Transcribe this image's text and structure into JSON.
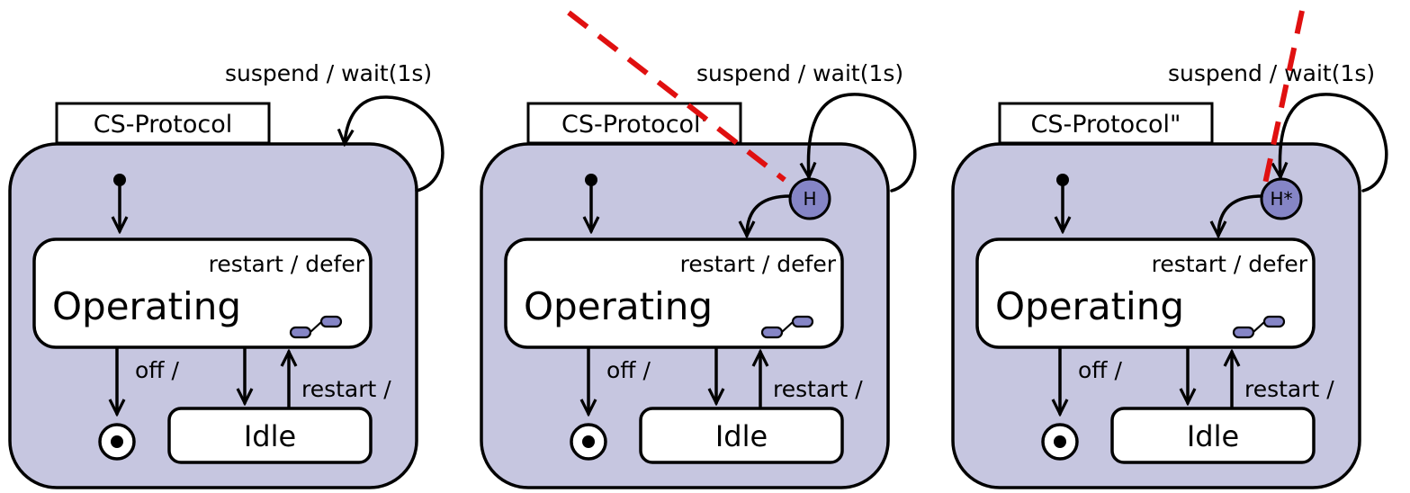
{
  "colors": {
    "container_fill": "#c6c6e0",
    "history_fill": "#8585c6",
    "state_fill": "#ffffff",
    "annotation": "#e01010",
    "stroke": "#000000"
  },
  "panels": [
    {
      "name": "CS-Protocol",
      "self_transition": "suspend / wait(1s)",
      "history": null,
      "state_main": "Operating",
      "internal_transition": "restart / defer",
      "state_idle": "Idle",
      "t_off": "off /",
      "t_restart": "restart /"
    },
    {
      "name": "CS-Protocol'",
      "self_transition": "suspend / wait(1s)",
      "history": "H",
      "state_main": "Operating",
      "internal_transition": "restart / defer",
      "state_idle": "Idle",
      "t_off": "off /",
      "t_restart": "restart /"
    },
    {
      "name": "CS-Protocol\"",
      "self_transition": "suspend / wait(1s)",
      "history": "H*",
      "state_main": "Operating",
      "internal_transition": "restart / defer",
      "state_idle": "Idle",
      "t_off": "off /",
      "t_restart": "restart /"
    }
  ]
}
